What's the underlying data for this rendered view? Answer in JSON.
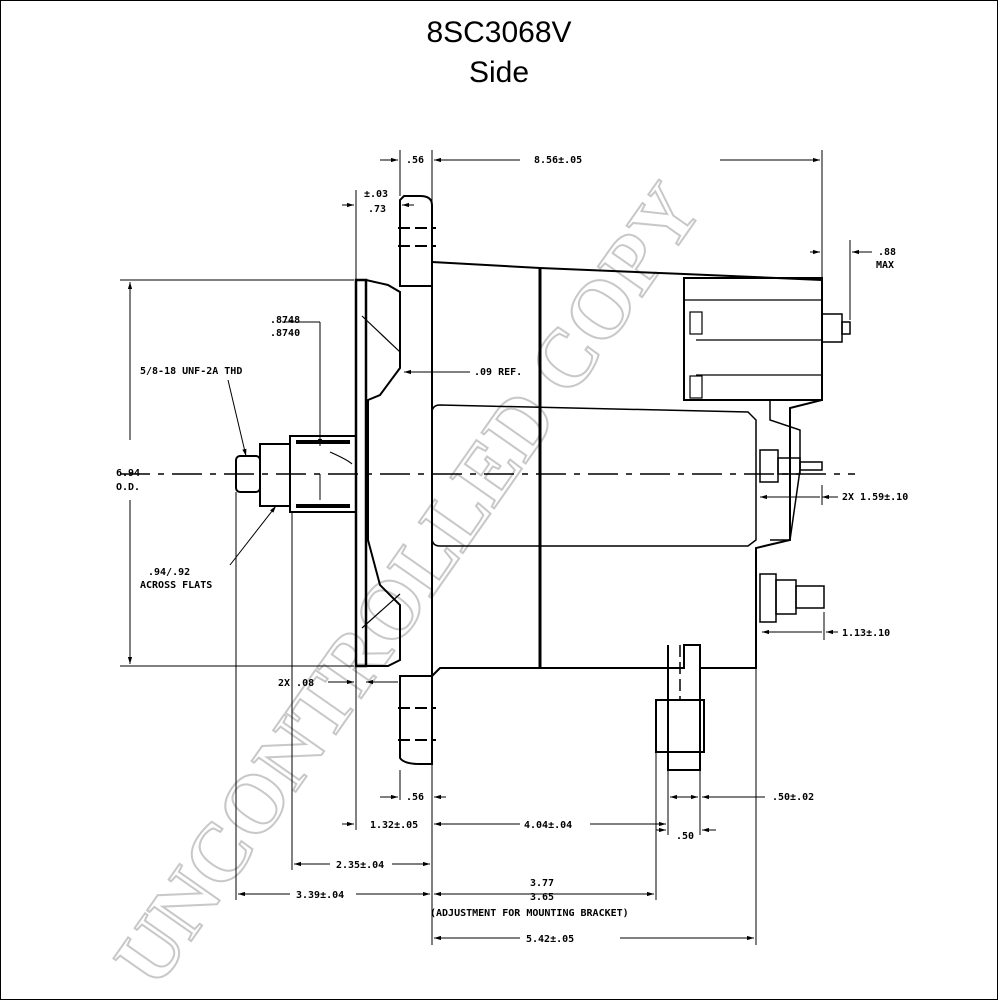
{
  "header": {
    "model": "8SC3068V",
    "view": "Side"
  },
  "watermark": "UNCONTROLLED COPY",
  "dimensions": {
    "d_56_top": ".56",
    "d_856": "8.56±.05",
    "d_03": "±.03",
    "d_73": ".73",
    "d_88": ".88",
    "d_max": "MAX",
    "d_8748": ".8748",
    "d_8740": ".8740",
    "thread": "5/8-18 UNF-2A THD",
    "d_09ref": ".09 REF.",
    "d_694": "6.94",
    "d_od": "O.D.",
    "d_2x_159": "2X 1.59±.10",
    "d_94_92": ".94/.92",
    "across_flats": "ACROSS FLATS",
    "d_113": "1.13±.10",
    "d_2x_08": "2X .08",
    "d_56_bot": ".56",
    "d_50_02": ".50±.02",
    "d_132": "1.32±.05",
    "d_404": "4.04±.04",
    "d_50": ".50",
    "d_235": "2.35±.04",
    "d_339": "3.39±.04",
    "d_377": "3.77",
    "d_365": "3.65",
    "adjustment": "(ADJUSTMENT FOR MOUNTING BRACKET)",
    "d_542": "5.42±.05"
  }
}
